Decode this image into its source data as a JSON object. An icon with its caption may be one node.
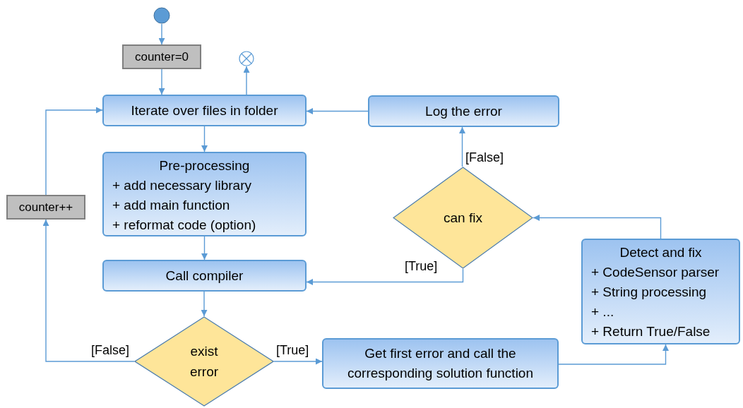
{
  "diagram": {
    "nodes": [
      {
        "text": [],
        "shape": "circle"
      },
      {
        "text": [
          "counter=0"
        ]
      },
      {
        "text": [],
        "shape": "circle"
      },
      {
        "text": [
          "Iterate over files in folder"
        ]
      },
      {
        "text": [
          "Log the error"
        ]
      },
      {
        "text": [
          "Pre-processing",
          "+ add necessary library",
          "+ add main function",
          "+ reformat code (option)"
        ]
      },
      {
        "text": [
          "counter++"
        ]
      },
      {
        "text": [
          "can fix"
        ]
      },
      {
        "text": [
          "Call compiler"
        ]
      },
      {
        "text": [
          "Detect and fix",
          "+ CodeSensor parser",
          "+ String processing",
          "+ ...",
          "+ Return True/False"
        ]
      },
      {
        "text": [
          "exist error"
        ]
      },
      {
        "text": [
          "Get first error and call the corresponding solution function"
        ]
      }
    ],
    "edges": [
      {
        "from": 0,
        "to": 1,
        "arrow": "to"
      },
      {
        "from": 1,
        "to": 3,
        "arrow": "to"
      },
      {
        "from": 3,
        "to": 2,
        "arrow": "to"
      },
      {
        "from": 4,
        "to": 3,
        "arrow": "to"
      },
      {
        "from": 3,
        "to": 5,
        "arrow": "to"
      },
      {
        "from": 5,
        "to": 8,
        "arrow": "to"
      },
      {
        "from": 8,
        "to": 10,
        "arrow": "to"
      },
      {
        "from": 10,
        "to": 11,
        "arrow": "to",
        "label": "[True]"
      },
      {
        "from": 10,
        "to": 6,
        "arrow": "to",
        "label": "[False]"
      },
      {
        "from": 6,
        "to": 3,
        "arrow": "to"
      },
      {
        "from": 11,
        "to": 9,
        "arrow": "to"
      },
      {
        "from": 9,
        "to": 7,
        "arrow": "to"
      },
      {
        "from": 7,
        "to": 4,
        "arrow": "to",
        "label": "[False]"
      },
      {
        "from": 7,
        "to": 8,
        "arrow": "to",
        "label": "[True]"
      }
    ]
  }
}
